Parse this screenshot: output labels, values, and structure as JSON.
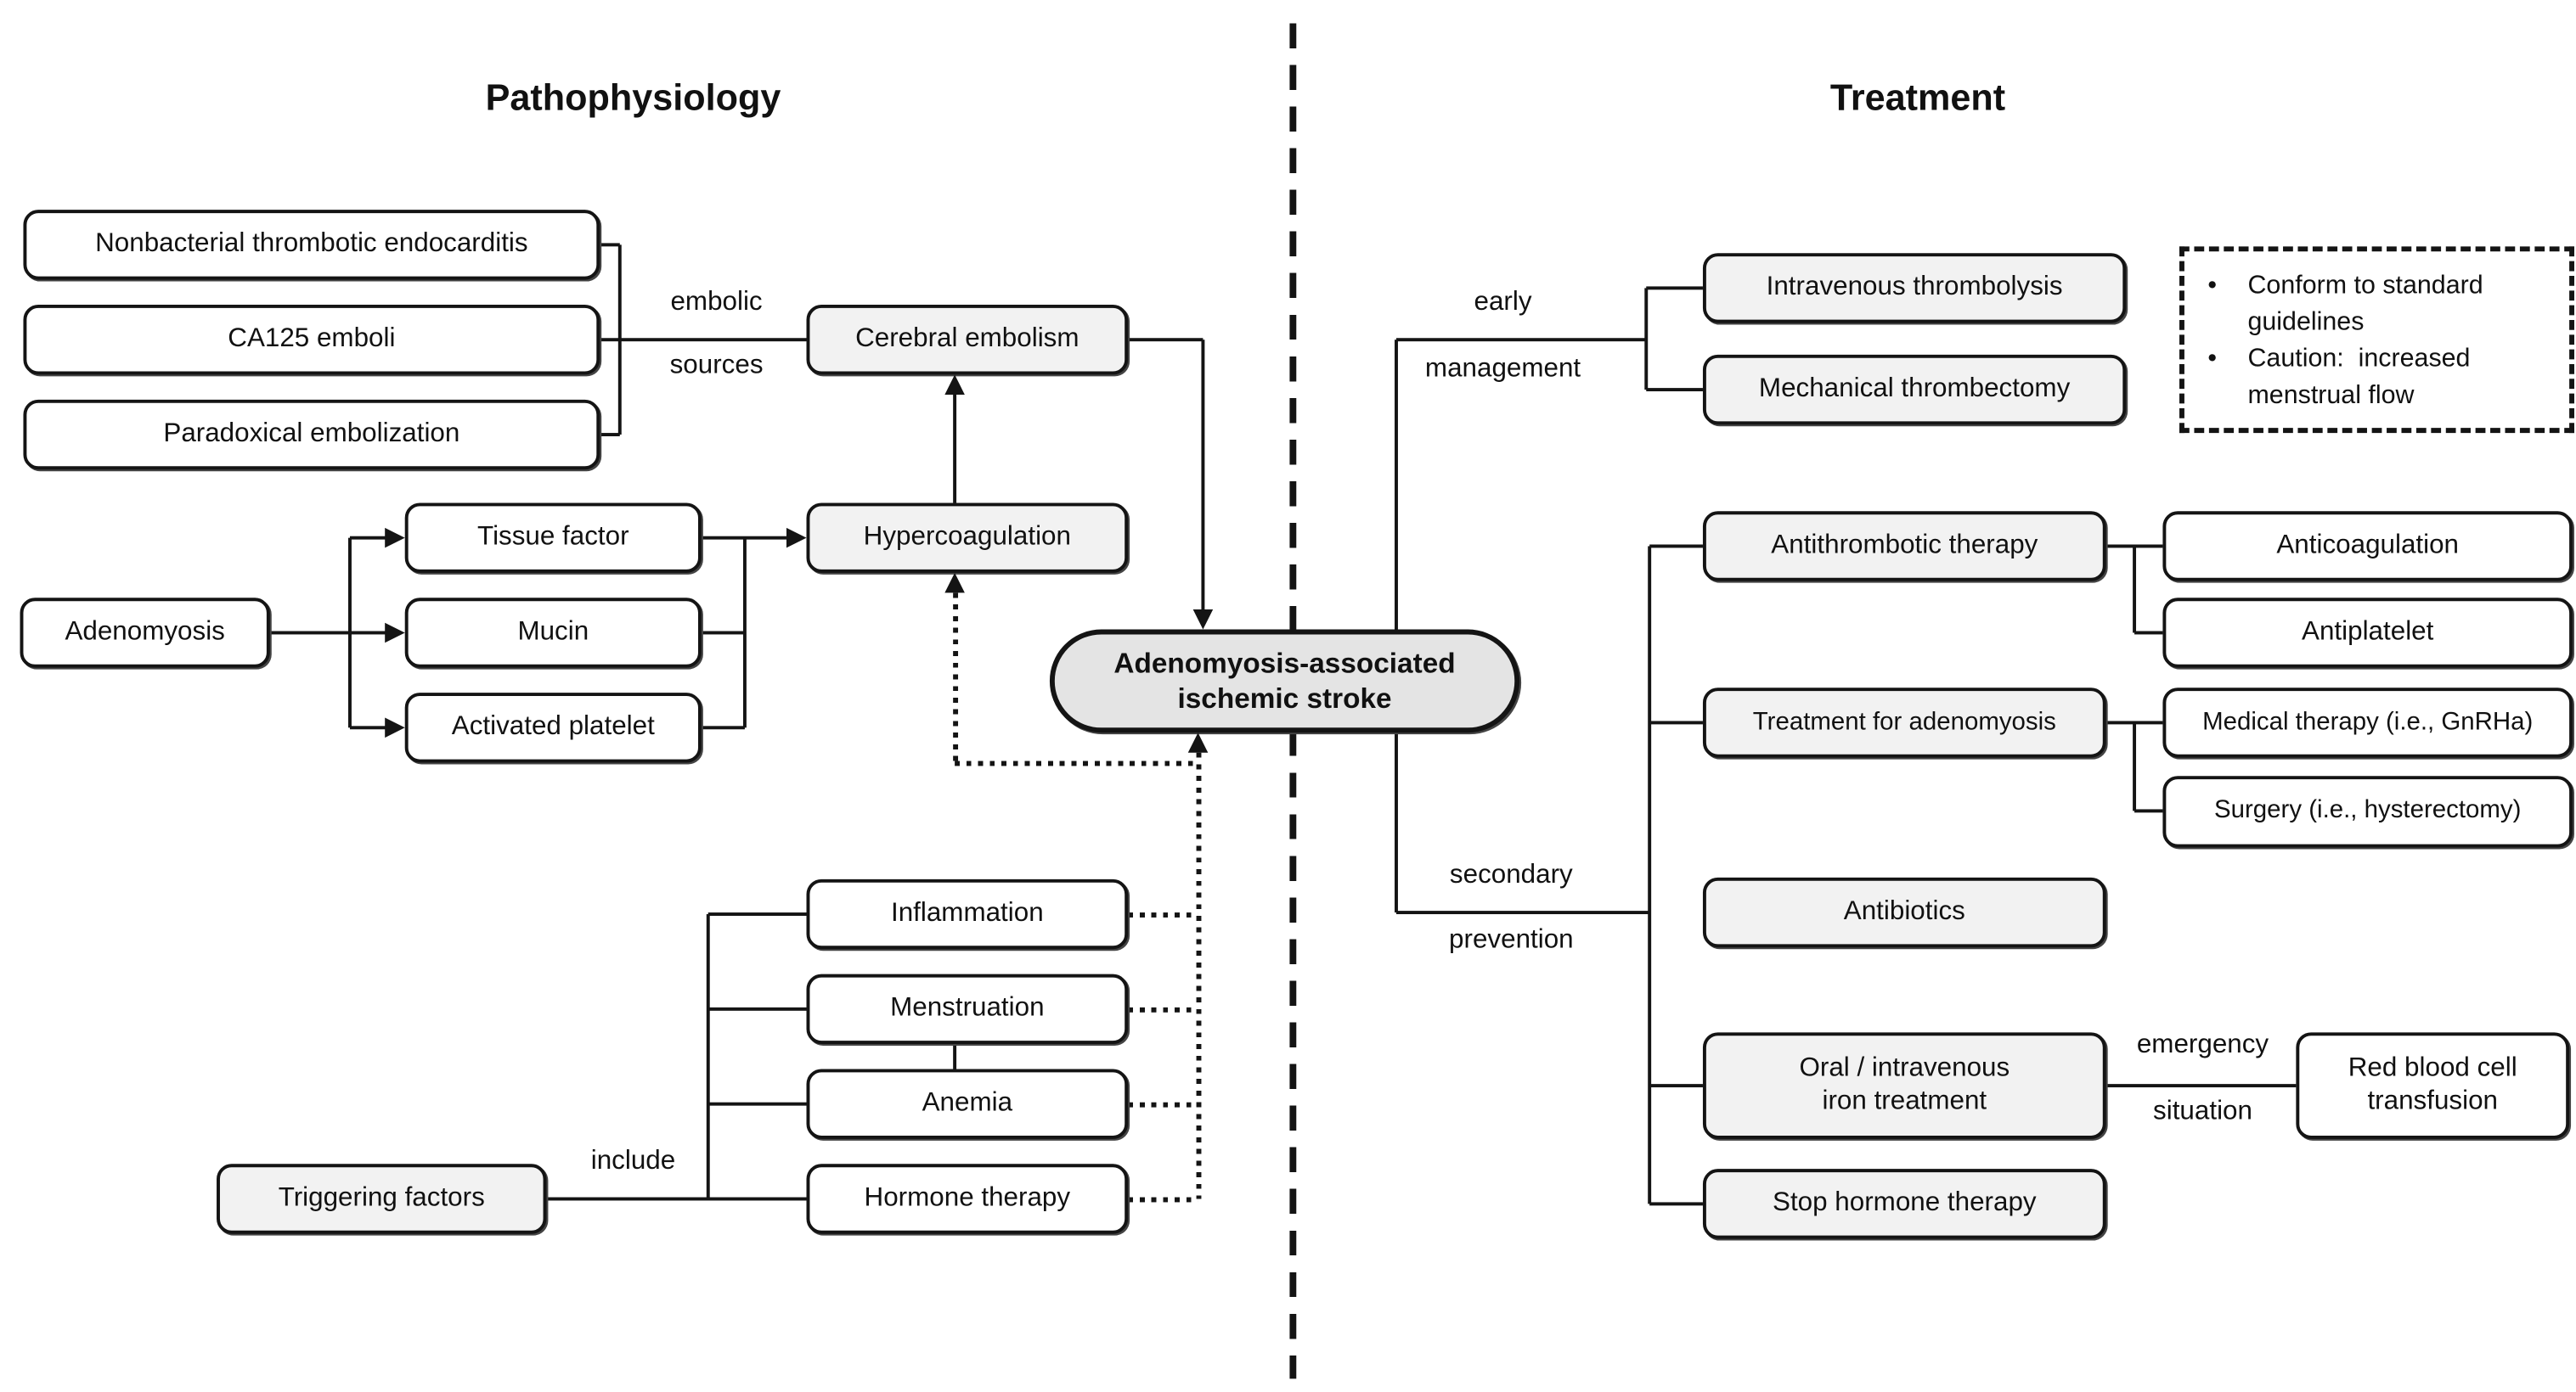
{
  "titles": {
    "pathophysiology": "Pathophysiology",
    "treatment": "Treatment"
  },
  "nodes": {
    "nbte": {
      "label": "Nonbacterial thrombotic endocarditis"
    },
    "ca125": {
      "label": "CA125 emboli"
    },
    "paradoxical": {
      "label": "Paradoxical embolization"
    },
    "cerebral": {
      "label": "Cerebral embolism"
    },
    "adenomyosis": {
      "label": "Adenomyosis"
    },
    "tissue_factor": {
      "label": "Tissue factor"
    },
    "mucin": {
      "label": "Mucin"
    },
    "activated_platelet": {
      "label": "Activated platelet"
    },
    "hypercoagulation": {
      "label": "Hypercoagulation"
    },
    "central": {
      "line1": "Adenomyosis-associated",
      "line2": "ischemic stroke"
    },
    "inflammation": {
      "label": "Inflammation"
    },
    "menstruation": {
      "label": "Menstruation"
    },
    "anemia": {
      "label": "Anemia"
    },
    "hormone_therapy": {
      "label": "Hormone therapy"
    },
    "triggering_factors": {
      "label": "Triggering factors"
    },
    "iv_thrombolysis": {
      "label": "Intravenous thrombolysis"
    },
    "mech_thrombectomy": {
      "label": "Mechanical thrombectomy"
    },
    "antithrombotic": {
      "label": "Antithrombotic therapy"
    },
    "anticoagulation": {
      "label": "Anticoagulation"
    },
    "antiplatelet": {
      "label": "Antiplatelet"
    },
    "treat_adenomyosis": {
      "label": "Treatment for adenomyosis"
    },
    "medical_therapy": {
      "label": "Medical therapy (i.e., GnRHa)"
    },
    "surgery": {
      "label": "Surgery (i.e., hysterectomy)"
    },
    "antibiotics": {
      "label": "Antibiotics"
    },
    "oral_iron": {
      "line1": "Oral / intravenous",
      "line2": "iron treatment"
    },
    "rbc_transfusion": {
      "line1": "Red blood cell",
      "line2": "transfusion"
    },
    "stop_hormone": {
      "label": "Stop hormone therapy"
    }
  },
  "edge_labels": {
    "embolic": "embolic",
    "sources": "sources",
    "include": "include",
    "early": "early",
    "management": "management",
    "secondary": "secondary",
    "prevention": "prevention",
    "emergency": "emergency",
    "situation": "situation"
  },
  "note": {
    "bullet": "•",
    "item1": "Conform to standard guidelines",
    "item2": "Caution:  increased menstrual flow"
  },
  "colors": {
    "line": "#141414",
    "box_fill": "#ffffff",
    "group_fill": "#f2f2f2",
    "central_fill": "#e4e4e4",
    "background": "#ffffff"
  }
}
